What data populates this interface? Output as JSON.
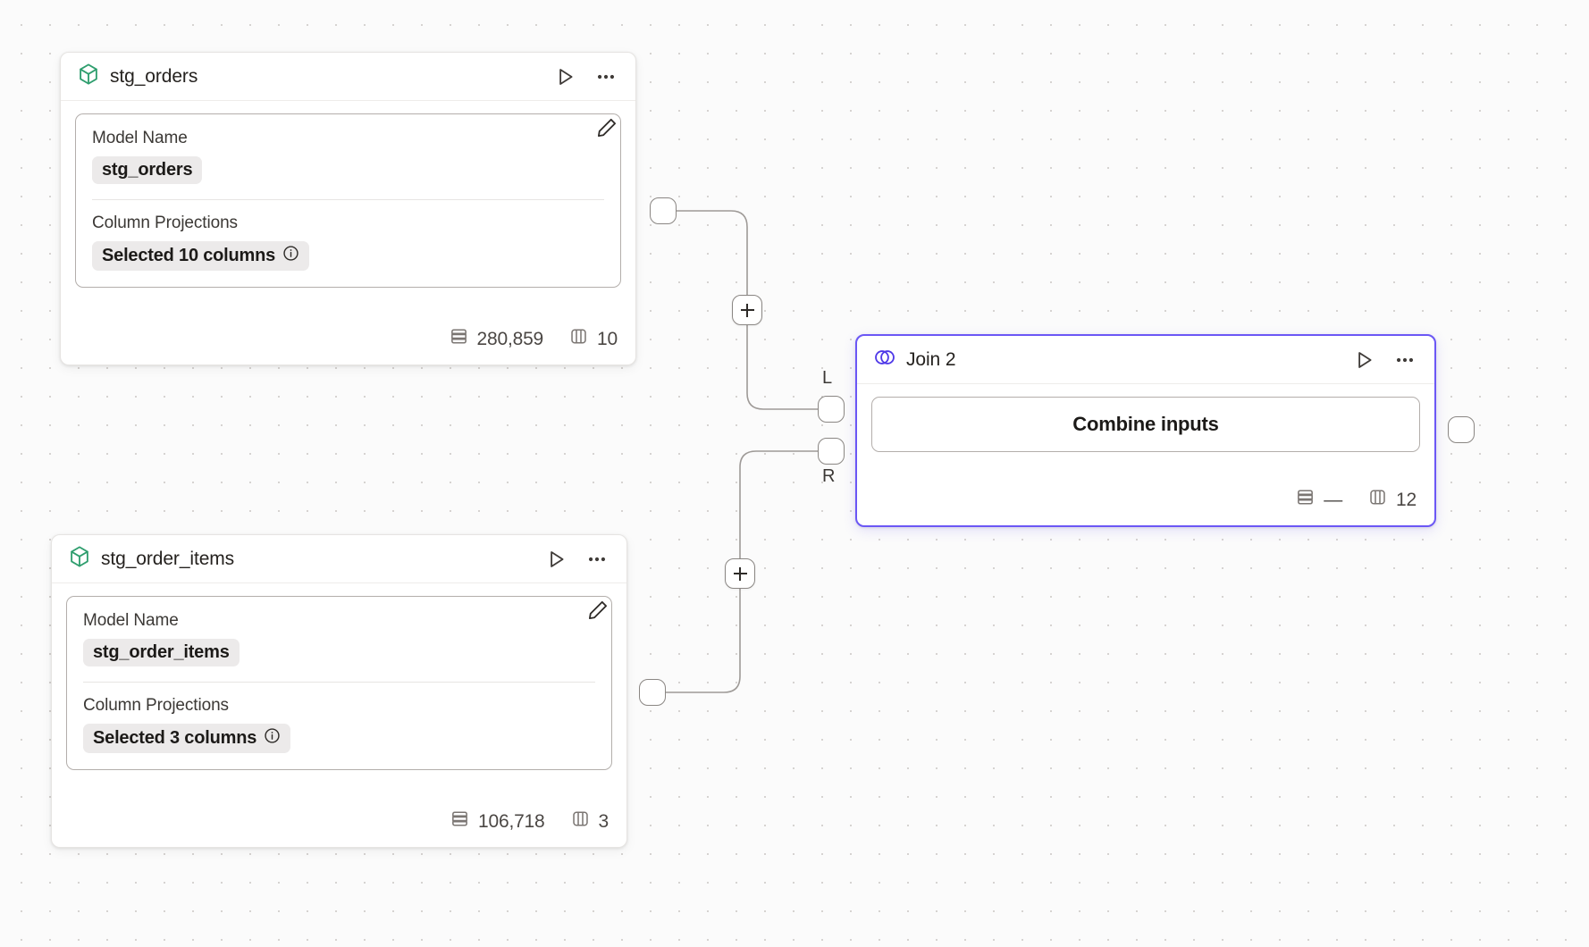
{
  "canvas": {
    "background_color": "#fbfbfb",
    "grid_dot_color": "#d6d3d1",
    "accent_color": "#6b57f5",
    "model_icon_color": "#2f9e6e"
  },
  "nodes": [
    {
      "id": "stg_orders",
      "icon": "cube-icon",
      "title": "stg_orders",
      "run_label": "Run",
      "menu_label": "More options",
      "properties": {
        "model_name_label": "Model Name",
        "model_name_value": "stg_orders",
        "column_projections_label": "Column Projections",
        "column_projections_value": "Selected 10 columns"
      },
      "stats": {
        "rows": "280,859",
        "columns": "10"
      }
    },
    {
      "id": "stg_order_items",
      "icon": "cube-icon",
      "title": "stg_order_items",
      "run_label": "Run",
      "menu_label": "More options",
      "properties": {
        "model_name_label": "Model Name",
        "model_name_value": "stg_order_items",
        "column_projections_label": "Column Projections",
        "column_projections_value": "Selected 3 columns"
      },
      "stats": {
        "rows": "106,718",
        "columns": "3"
      }
    },
    {
      "id": "join_2",
      "icon": "venn-icon",
      "title": "Join 2",
      "run_label": "Run",
      "menu_label": "More options",
      "body_label": "Combine inputs",
      "input_port_left_label": "L",
      "input_port_right_label": "R",
      "stats": {
        "rows": "—",
        "columns": "12"
      }
    }
  ],
  "edge_buttons": [
    {
      "id": "add-node-upper",
      "label": "+"
    },
    {
      "id": "add-node-lower",
      "label": "+"
    }
  ]
}
